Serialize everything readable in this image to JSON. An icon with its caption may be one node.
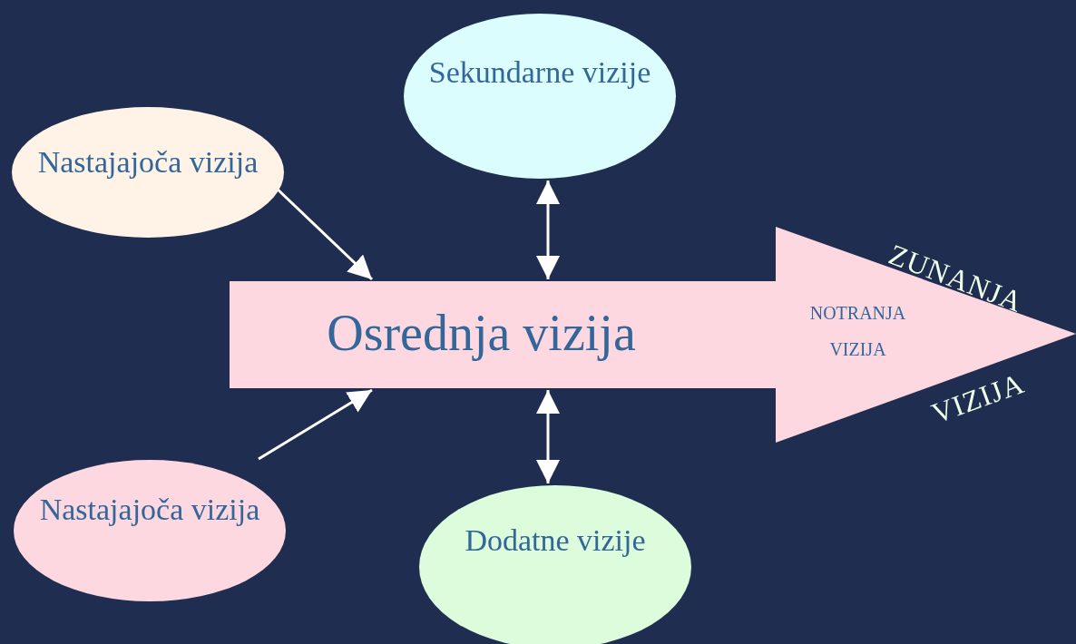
{
  "diagram": {
    "nodes": [
      {
        "text": [
          "Nastajajoča vizija"
        ]
      },
      {
        "text": [
          "Sekundarne vizije"
        ]
      },
      {
        "text": [
          "Osrednja vizija",
          "NOTRANJA VIZIJA"
        ]
      },
      {
        "text": [
          "Nastajajoča vizija"
        ]
      },
      {
        "text": [
          "Dodatne vizije"
        ]
      }
    ],
    "edges": [
      {
        "from": 0,
        "to": 2,
        "arrow": "to"
      },
      {
        "from": 1,
        "to": 2,
        "arrow": "both"
      },
      {
        "from": 3,
        "to": 2,
        "arrow": "to"
      },
      {
        "from": 4,
        "to": 2,
        "arrow": "both"
      }
    ],
    "labels": [
      "ZUNANJA",
      "VIZIJA"
    ]
  }
}
